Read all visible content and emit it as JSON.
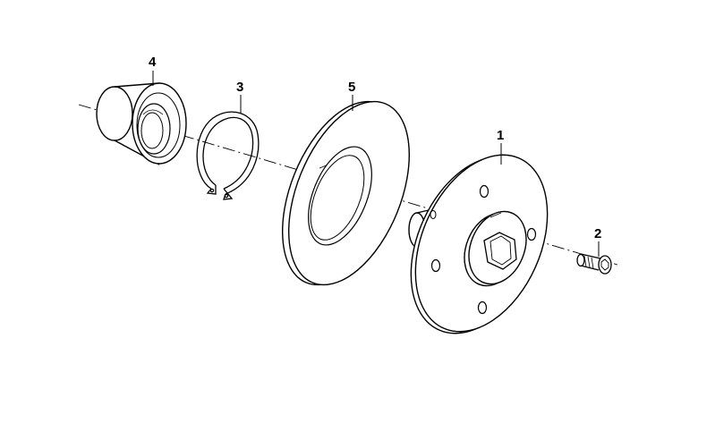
{
  "callouts": [
    {
      "id": "part-1",
      "label": "1"
    },
    {
      "id": "part-2",
      "label": "2"
    },
    {
      "id": "part-3",
      "label": "3"
    },
    {
      "id": "part-4",
      "label": "4"
    },
    {
      "id": "part-5",
      "label": "5"
    }
  ],
  "colors": {
    "line": "#000000",
    "background": "#ffffff"
  }
}
